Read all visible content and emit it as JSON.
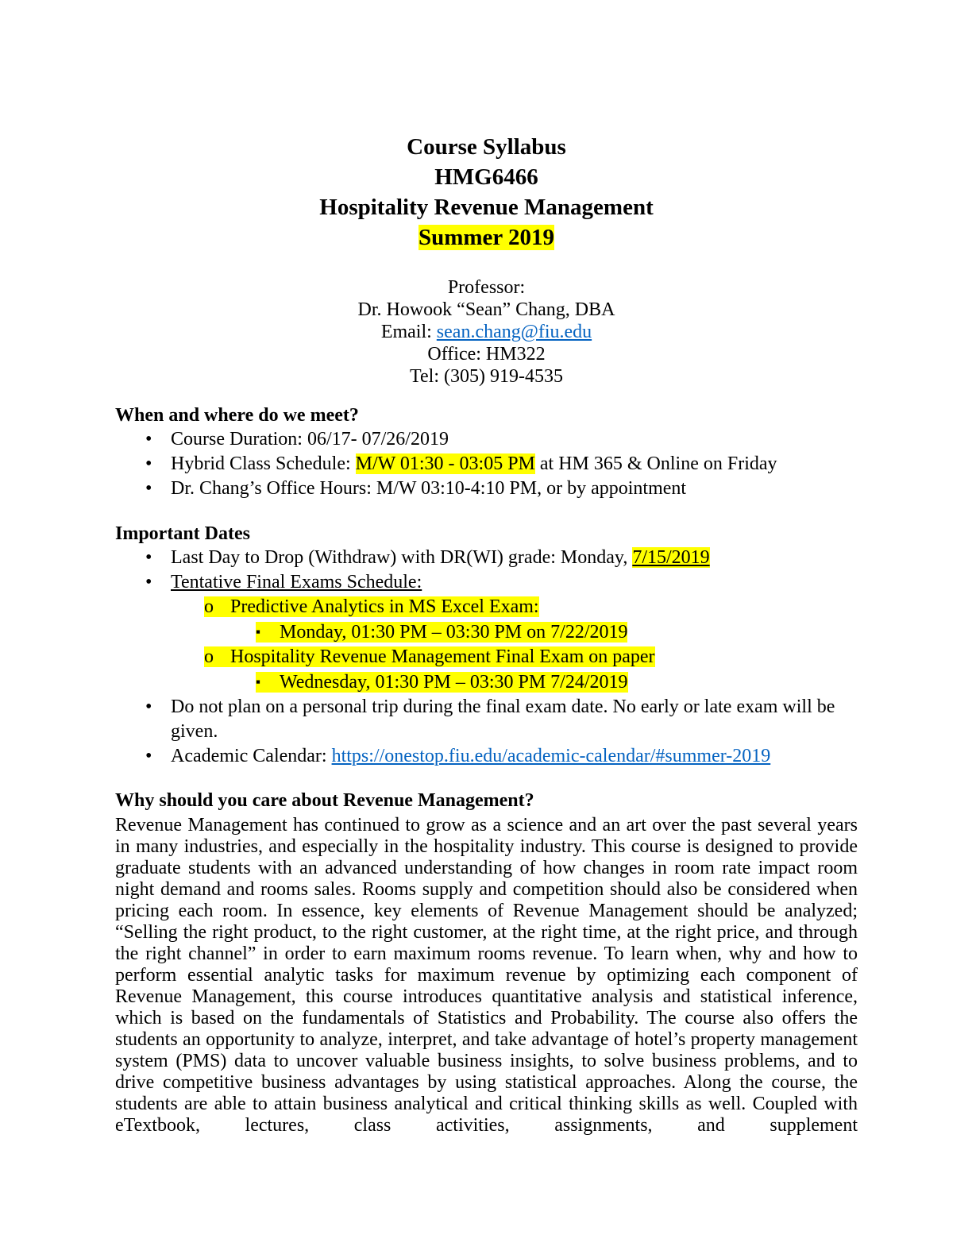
{
  "markers": {
    "level1": "•",
    "level2": "o",
    "level3": "▪"
  },
  "colors": {
    "highlight": "#ffff00",
    "link": "#0563c1",
    "text": "#000000",
    "page_background": "#ffffff"
  },
  "title": {
    "line1": "Course Syllabus",
    "line2": "HMG6466",
    "line3": "Hospitality Revenue Management",
    "line4_highlight": "Summer 2019"
  },
  "professor": {
    "label": "Professor:",
    "name": "Dr. Howook “Sean” Chang, DBA",
    "email_prefix": "Email: ",
    "email_link": "sean.chang@fiu.edu",
    "office": "Office: HM322",
    "tel": "Tel: (305) 919-4535"
  },
  "meeting": {
    "heading": "When and where do we meet?",
    "duration": "Course Duration: 06/17- 07/26/2019",
    "schedule_prefix": "Hybrid Class Schedule: ",
    "schedule_highlight": "M/W 01:30 - 03:05 PM",
    "schedule_suffix": " at HM 365 & Online on Friday",
    "office_hours": "Dr. Chang’s Office Hours: M/W 03:10-4:10 PM, or by appointment"
  },
  "important_dates": {
    "heading": "Important Dates",
    "drop_prefix": "Last Day to Drop (Withdraw) with DR(WI) grade: Monday, ",
    "drop_date_highlight": "7/15/2019",
    "finals_heading": "Tentative Final Exams Schedule:",
    "exam1_title": "Predictive Analytics in MS Excel Exam:",
    "exam1_time": "Monday, 01:30 PM – 03:30 PM on 7/22/2019",
    "exam2_title": "Hospitality Revenue Management Final Exam on paper",
    "exam2_time": "Wednesday, 01:30 PM – 03:30 PM 7/24/2019",
    "no_trip": "Do not plan on a personal trip during the final exam date. No early or late exam will be given.",
    "calendar_prefix": "Academic Calendar: ",
    "calendar_link": "https://onestop.fiu.edu/academic-calendar/#summer-2019"
  },
  "why": {
    "heading": "Why should you care about Revenue Management?",
    "paragraph": "Revenue Management has continued to grow as a science and an art over the past several years in many industries, and especially in the hospitality industry. This course is designed to provide graduate students with an advanced understanding of how changes in room rate impact room night demand and rooms sales. Rooms supply and competition should also be considered when pricing each room. In essence, key elements of Revenue Management should be analyzed; “Selling the right product, to the right customer, at the right time, at the right price, and through the right channel” in order to earn maximum rooms revenue. To learn when, why and how to perform essential analytic tasks for maximum revenue by optimizing each component of Revenue Management, this course introduces quantitative analysis and statistical inference, which is based on the fundamentals of Statistics and Probability. The course also offers the students an opportunity to analyze, interpret, and take advantage of hotel’s property management system (PMS) data to uncover valuable business insights, to solve business problems, and to drive competitive business advantages by using statistical approaches. Along the course, the students are able to attain business analytical and critical thinking skills as well. Coupled with eTextbook, lectures, class activities, assignments, and supplement"
  }
}
